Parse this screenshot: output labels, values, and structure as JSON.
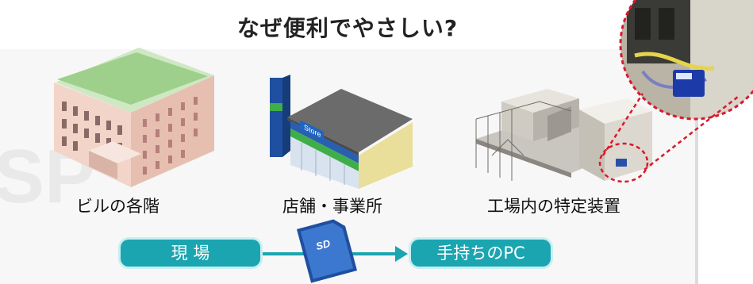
{
  "title": "なぜ便利でやさしい?",
  "watermark": "SP",
  "buildings": {
    "office_label": "ビルの各階",
    "store_label": "店舗・事業所",
    "factory_label": "工場内の特定装置",
    "store_sign": "Store"
  },
  "flow": {
    "source_label": "現 場",
    "target_label": "手持ちのPC",
    "card_logo": "SD"
  },
  "colors": {
    "accent": "#1aa5b0",
    "dashed_highlight": "#d9192c"
  }
}
